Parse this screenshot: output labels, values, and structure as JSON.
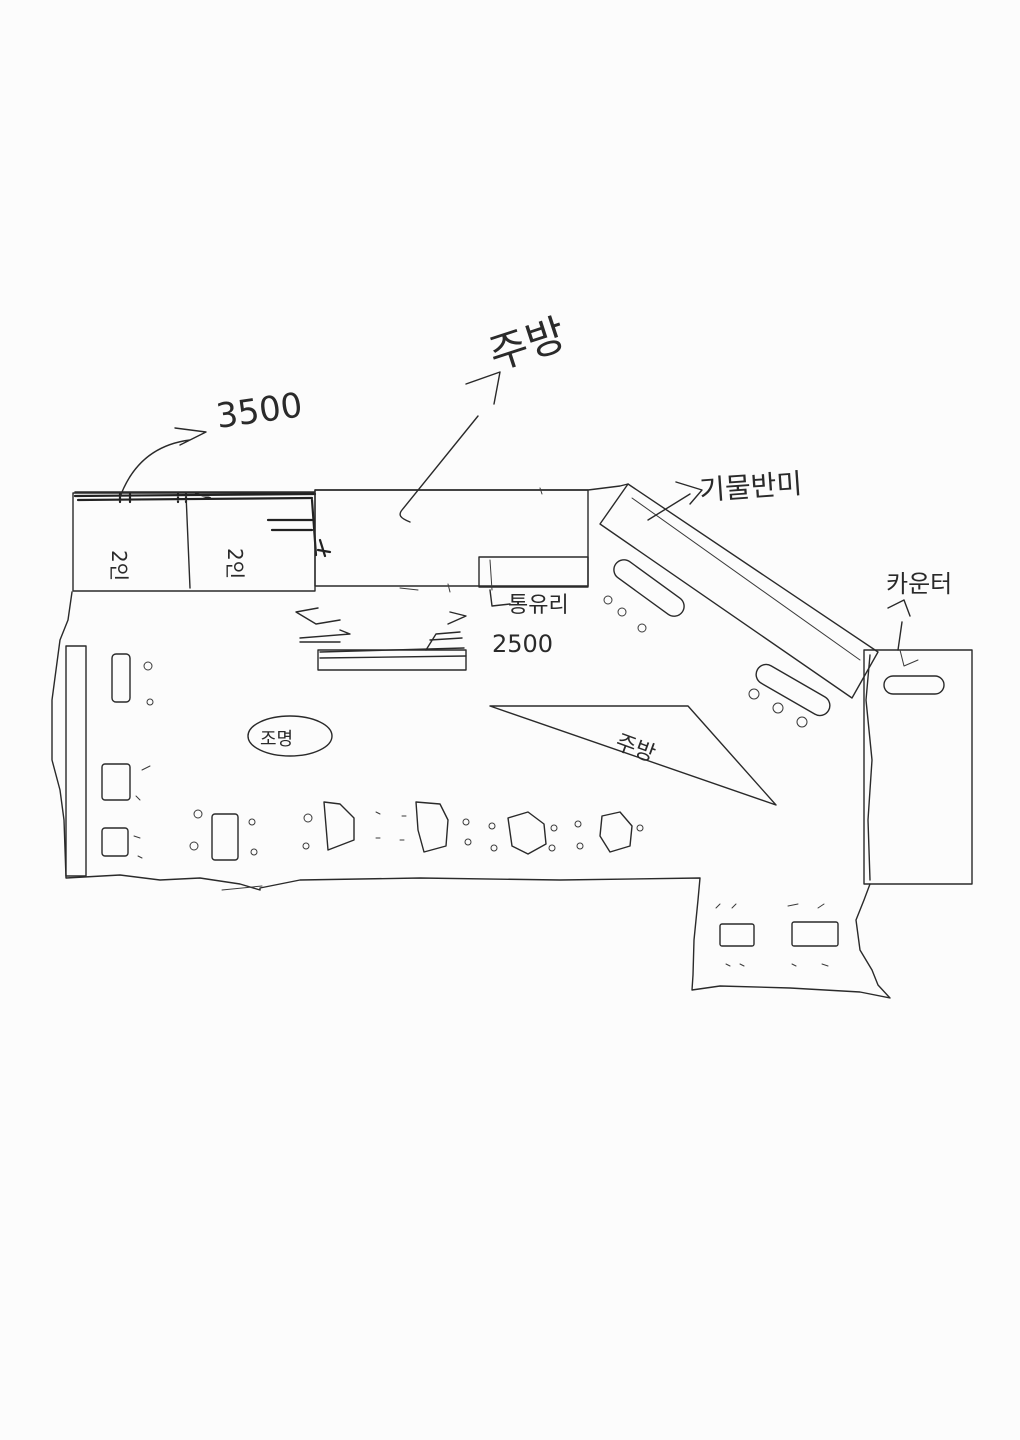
{
  "labels": {
    "dimension_top": "3500",
    "kitchen": "주방",
    "room_left": "2인",
    "room_right": "2인",
    "counter_bar": "기물반미",
    "pass_label": "통유리",
    "pass_dim": "2500",
    "cashier": "카운터",
    "light": "조명",
    "center_table": "주방"
  },
  "colors": {
    "ink": "#2a2a2a",
    "paper": "#fcfcfc"
  }
}
